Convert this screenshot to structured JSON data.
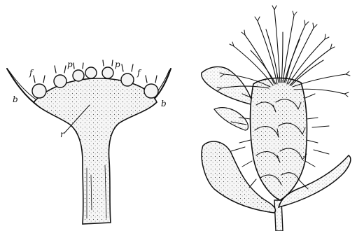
{
  "left_figure": {
    "labels": {
      "bract_left": "b",
      "bract_right": "b",
      "flower_l1": "f",
      "flower_r1": "f",
      "pappus_l": "p",
      "pappus_r": "p",
      "receptacle": "r"
    }
  }
}
